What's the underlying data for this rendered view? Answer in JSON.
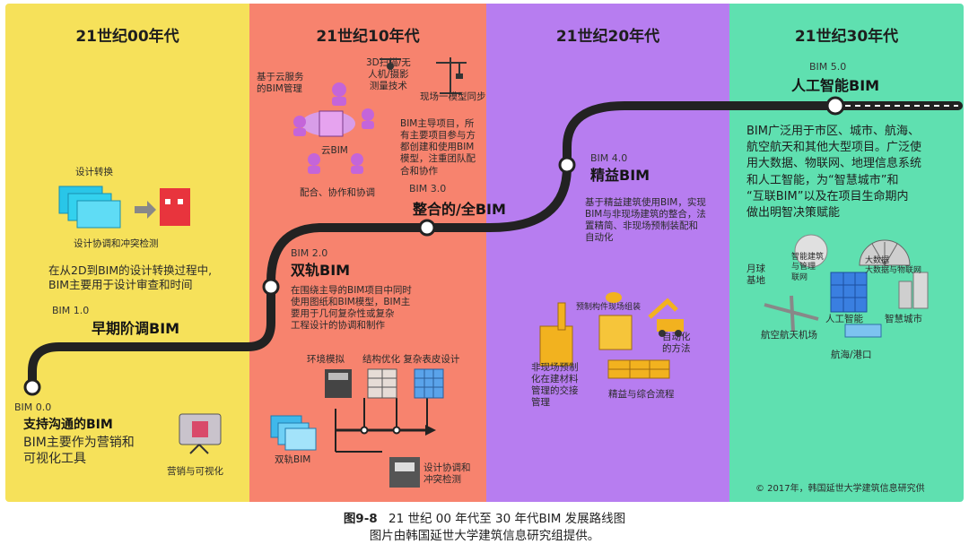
{
  "headers": [
    "21世纪00年代",
    "21世纪10年代",
    "21世纪20年代",
    "21世纪30年代"
  ],
  "milestones": {
    "m0": {
      "level": "BIM 0.0",
      "title": "支持沟通的BIM",
      "desc": "BIM主要作为营销和\n可视化工具"
    },
    "m1": {
      "level": "BIM 1.0",
      "title": "早期阶调BIM",
      "desc": "在从2D到BIM的设计转换过程中,\nBIM主要用于设计审查和时间"
    },
    "m2": {
      "level": "BIM 2.0",
      "title": "双轨BIM",
      "desc": "在围绕主导的BIM项目中同时\n使用图纸和BIM模型，BIM主\n要用于几何复杂性或复杂\n工程设计的协调和制作"
    },
    "m3": {
      "level": "BIM 3.0",
      "title": "整合的/全BIM",
      "desc": "BIM主导项目，所\n有主要项目参与方\n都创建和使用BIM\n模型，注重团队配\n合和协作"
    },
    "m4": {
      "level": "BIM 4.0",
      "title": "精益BIM",
      "desc": "基于精益建筑使用BIM，实现\nBIM与非现场建筑的整合，法\n置精简、非现场预制装配和\n自动化"
    },
    "m5": {
      "level": "BIM 5.0",
      "title": "人工智能BIM",
      "desc": "BIM广泛用于市区、城市、航海、\n航空航天和其他大型项目。广泛使\n用大数据、物联网、地理信息系统\n和人工智能，为“智慧城市”和\n“互联BIM”以及在项目生命期内\n做出明智决策赋能"
    }
  },
  "labels": {
    "design_convert": "设计转换",
    "design_coord": "设计协调和冲突检测",
    "marketing": "营销与可视化",
    "cloud": "基于云服务\n的BIM管理",
    "scan": "3D扫描/无\n人机/摄影\n测量技术",
    "sync": "现场一模型同步",
    "cloud_bim": "云BIM",
    "collab": "配合、协作和协调",
    "env": "环境模拟",
    "struct": "结构优化 复杂表皮设计",
    "dual": "双轨BIM",
    "design_coord2": "设计协调和\n冲突检测",
    "prefab_label": "预制构件现场组装",
    "robot": "自动化\n的方法",
    "offsite": "非现场预制\n化在建材料\n管理的交接\n管理",
    "lean": "精益与综合流程",
    "moon": "月球\n基地",
    "smart_build": "智能建筑\n与管理\n联网",
    "iot": "大数据\n大数据与物联网",
    "ai": "人工智能",
    "smart_city": "智慧城市",
    "aero": "航空航天机场",
    "port": "航海/港口",
    "copyright": "© 2017年，韩国延世大学建筑信息研究供"
  },
  "caption": {
    "fig": "图9-8",
    "line1": "21 世纪 00 年代至 30 年代BIM 发展路线图",
    "line2": "图片由韩国延世大学建筑信息研究组提供。"
  },
  "colors": {
    "c1": "#f6e15a",
    "c2": "#f7836e",
    "c3": "#b77df0",
    "c4": "#5fe0b0"
  }
}
